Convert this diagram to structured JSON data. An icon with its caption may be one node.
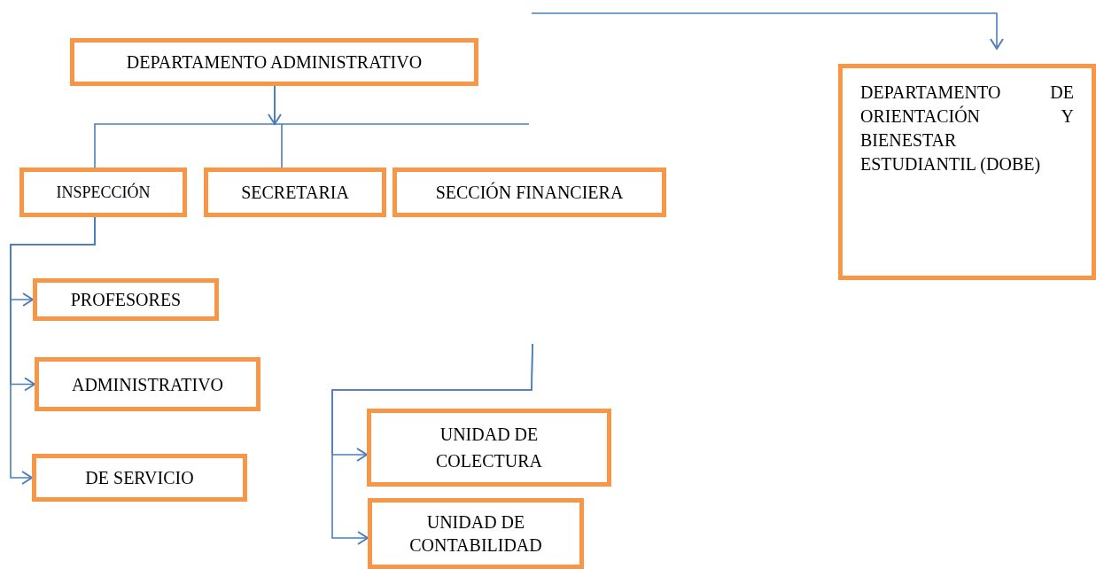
{
  "diagram": {
    "nodes": [
      {
        "text": [
          "DEPARTAMENTO ADMINISTRATIVO"
        ]
      },
      {
        "text": [
          "INSPECCIÓN"
        ]
      },
      {
        "text": [
          "SECRETARIA"
        ]
      },
      {
        "text": [
          "SECCIÓN FINANCIERA"
        ]
      },
      {
        "text": [
          "DEPARTAMENTO DE ORIENTACIÓN Y BIENESTAR ESTUDIANTIL (DOBE)"
        ]
      },
      {
        "text": [
          "PROFESORES"
        ]
      },
      {
        "text": [
          "ADMINISTRATIVO"
        ]
      },
      {
        "text": [
          "DE SERVICIO"
        ]
      },
      {
        "text": [
          "UNIDAD DE COLECTURA"
        ]
      },
      {
        "text": [
          "UNIDAD DE CONTABILIDAD"
        ]
      }
    ],
    "edges": [
      {
        "from": 0,
        "to": null,
        "arrow": "to"
      },
      {
        "from": 0,
        "to": 1,
        "arrow": "none"
      },
      {
        "from": 0,
        "to": 2,
        "arrow": "none"
      },
      {
        "from": 1,
        "to": 5,
        "arrow": "to"
      },
      {
        "from": 1,
        "to": 6,
        "arrow": "to"
      },
      {
        "from": 1,
        "to": 7,
        "arrow": "to"
      },
      {
        "from": null,
        "to": 8,
        "arrow": "to"
      },
      {
        "from": null,
        "to": 9,
        "arrow": "to"
      },
      {
        "from": null,
        "to": 4,
        "arrow": "to"
      }
    ]
  }
}
